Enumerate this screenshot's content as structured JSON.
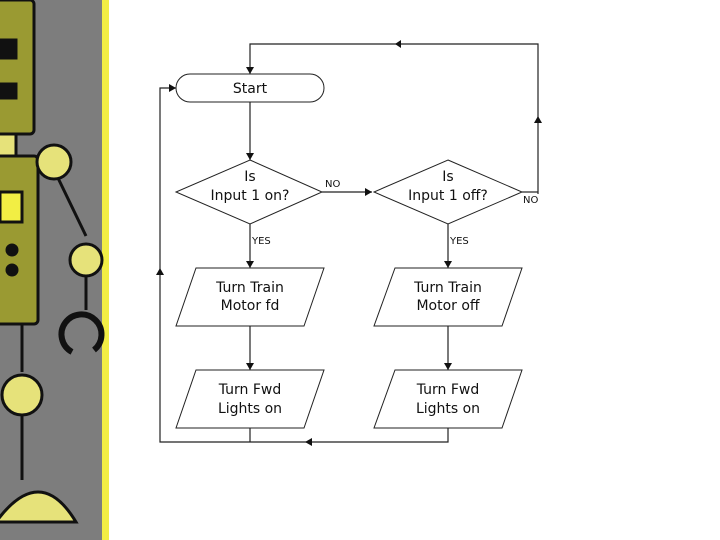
{
  "colors": {
    "sidebar_gray": "#7d7d7d",
    "accent_yellow": "#f2ee44",
    "robot_olive": "#9a9a32",
    "robot_light": "#e6e27a",
    "outline": "#111111"
  },
  "flowchart": {
    "start": "Start",
    "decision1": {
      "line1": "Is",
      "line2": "Input 1 on?"
    },
    "decision2": {
      "line1": "Is",
      "line2": "Input 1 off?"
    },
    "process1": {
      "line1": "Turn Train",
      "line2": "Motor fd"
    },
    "process2": {
      "line1": "Turn Train",
      "line2": "Motor off"
    },
    "process3": {
      "line1": "Turn Fwd",
      "line2": "Lights on"
    },
    "process4": {
      "line1": "Turn Fwd",
      "line2": "Lights on"
    },
    "labels": {
      "d1_no": "NO",
      "d1_yes": "YES",
      "d2_no": "NO",
      "d2_yes": "YES"
    }
  }
}
